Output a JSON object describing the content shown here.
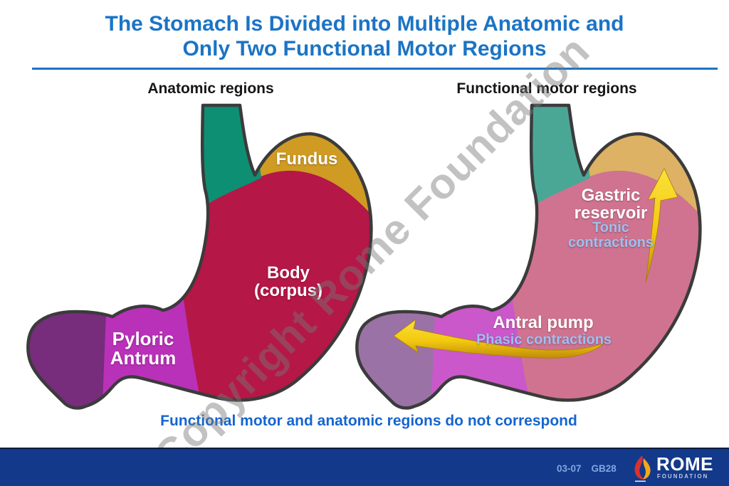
{
  "title": {
    "line1": "The Stomach Is Divided into Multiple Anatomic and",
    "line2": "Only Two Functional Motor Regions"
  },
  "headings": {
    "left": "Anatomic regions",
    "right": "Functional motor regions"
  },
  "anatomic_labels": {
    "fundus": "Fundus",
    "body_line1": "Body",
    "body_line2": "(corpus)",
    "antrum_line1": "Pyloric",
    "antrum_line2": "Antrum"
  },
  "functional_labels": {
    "reservoir_line1": "Gastric",
    "reservoir_line2": "reservoir",
    "reservoir_sub1": "Tonic",
    "reservoir_sub2": "contractions",
    "pump": "Antral pump",
    "pump_sub": "Phasic contractions"
  },
  "caption": "Functional motor and anatomic regions do not correspond",
  "watermark": "Copyright Rome Foundation",
  "footer": {
    "code1": "03-07",
    "code2": "GB28",
    "logo_name": "ROME",
    "logo_sub": "FOUNDATION"
  },
  "colors": {
    "title_blue": "#1b74c5",
    "caption_blue": "#1565d0",
    "divider_blue": "#1b74c5",
    "footer_bar_blue": "#13398a",
    "footer_code_blue": "#7fa6e3",
    "watermark_gray": "#7d7d7d",
    "outline_gray": "#3b3b3b",
    "arrow_yellow": "#f6d216",
    "anatomic": {
      "esophagus": "#0d8f73",
      "fundus": "#cf9b22",
      "body": "#b51747",
      "antrum": "#b931b9",
      "duodenum": "#772c7c"
    },
    "functional": {
      "esophagus": "#4ba795",
      "fundus": "#ddb264",
      "body": "#cf7390",
      "antrum": "#ca58ca",
      "duodenum": "#9b72a6"
    }
  }
}
